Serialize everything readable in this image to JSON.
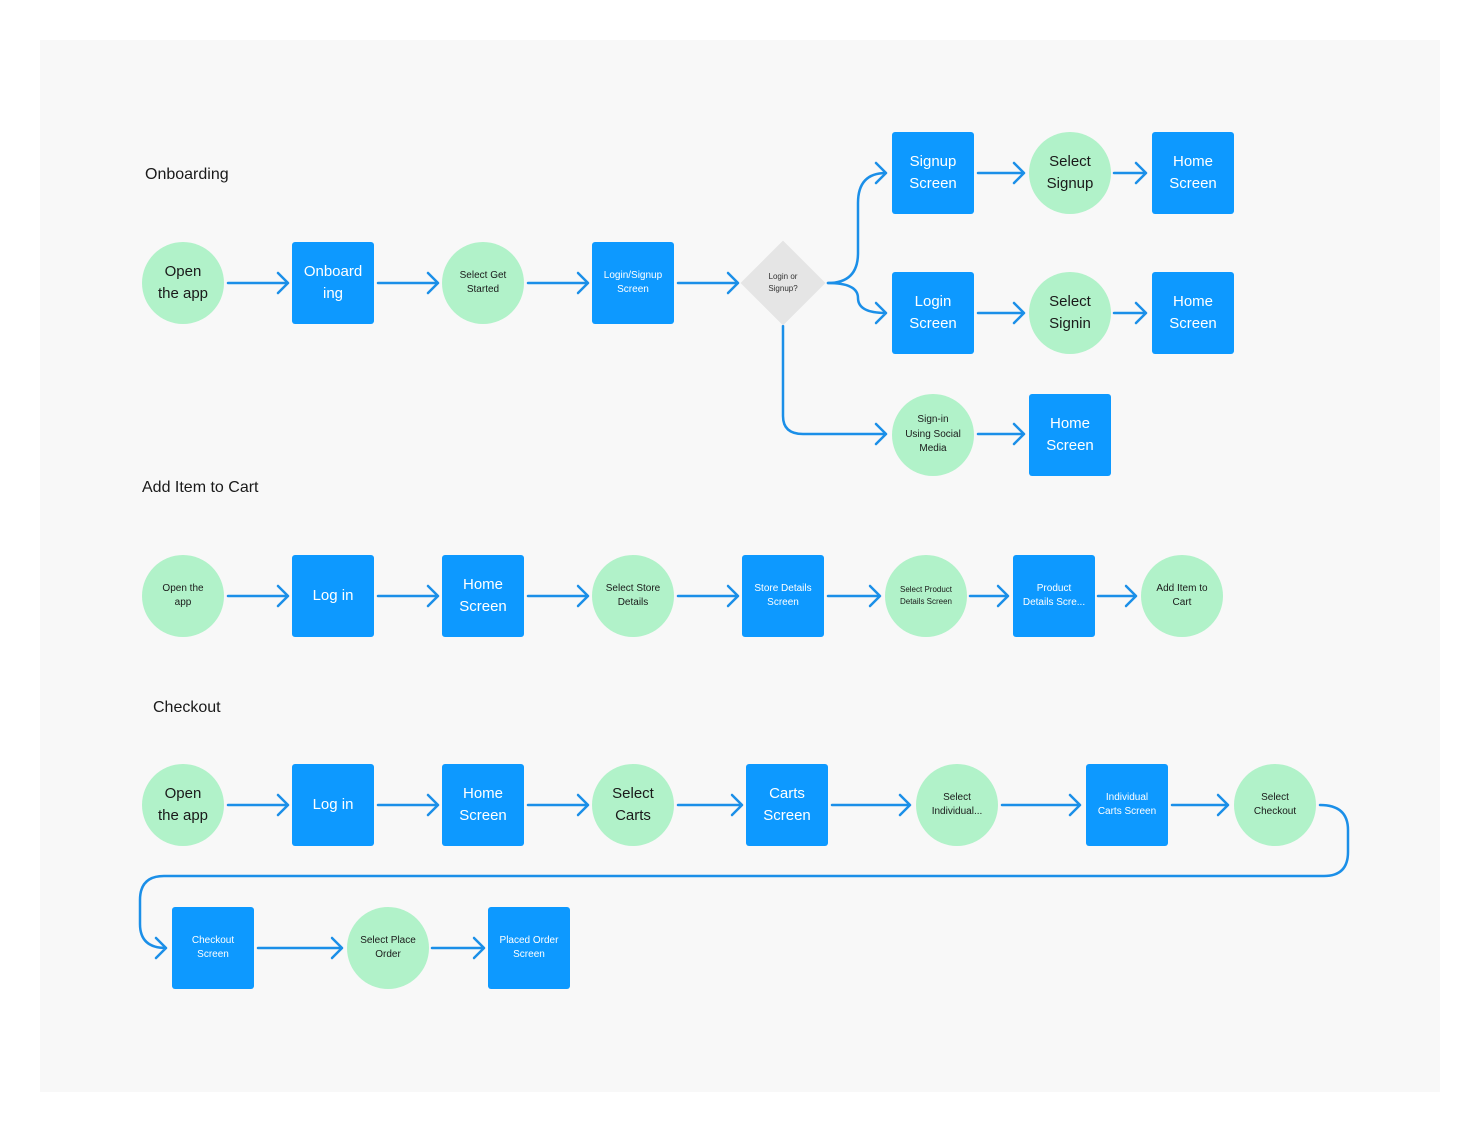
{
  "colors": {
    "canvas_bg": "#f8f8f8",
    "screen_node": "#0d99ff",
    "action_node": "#b1f2c9",
    "decision_node": "#e5e5e5",
    "arrow": "#1b8fe8"
  },
  "sections": {
    "onboarding": {
      "title": "Onboarding",
      "nodes": [
        {
          "id": "ob_open",
          "label": "Open\nthe app",
          "shape": "circle"
        },
        {
          "id": "ob_onboarding",
          "label": "Onboard\ning",
          "shape": "rect"
        },
        {
          "id": "ob_get_started",
          "label": "Select Get\nStarted",
          "shape": "circle"
        },
        {
          "id": "ob_login_signup",
          "label": "Login/Signup\nScreen",
          "shape": "rect"
        },
        {
          "id": "ob_decision",
          "label": "Login or\nSignup?",
          "shape": "diamond"
        },
        {
          "id": "ob_signup_screen",
          "label": "Signup\nScreen",
          "shape": "rect"
        },
        {
          "id": "ob_select_signup",
          "label": "Select\nSignup",
          "shape": "circle"
        },
        {
          "id": "ob_home_1",
          "label": "Home\nScreen",
          "shape": "rect"
        },
        {
          "id": "ob_login_screen",
          "label": "Login\nScreen",
          "shape": "rect"
        },
        {
          "id": "ob_select_signin",
          "label": "Select\nSignin",
          "shape": "circle"
        },
        {
          "id": "ob_home_2",
          "label": "Home\nScreen",
          "shape": "rect"
        },
        {
          "id": "ob_social",
          "label": "Sign-in\nUsing Social\nMedia",
          "shape": "circle"
        },
        {
          "id": "ob_home_3",
          "label": "Home\nScreen",
          "shape": "rect"
        }
      ]
    },
    "add_to_cart": {
      "title": "Add Item to Cart",
      "nodes": [
        {
          "id": "ac_open",
          "label": "Open the\napp",
          "shape": "circle"
        },
        {
          "id": "ac_login",
          "label": "Log in",
          "shape": "rect"
        },
        {
          "id": "ac_home",
          "label": "Home\nScreen",
          "shape": "rect"
        },
        {
          "id": "ac_select_store",
          "label": "Select Store\nDetails",
          "shape": "circle"
        },
        {
          "id": "ac_store_details",
          "label": "Store Details\nScreen",
          "shape": "rect"
        },
        {
          "id": "ac_select_product",
          "label": "Select Product\nDetails Screen",
          "shape": "circle"
        },
        {
          "id": "ac_product_details",
          "label": "Product\nDetails Scre...",
          "shape": "rect"
        },
        {
          "id": "ac_add_item",
          "label": "Add Item to\nCart",
          "shape": "circle"
        }
      ]
    },
    "checkout": {
      "title": "Checkout",
      "nodes": [
        {
          "id": "co_open",
          "label": "Open\nthe app",
          "shape": "circle"
        },
        {
          "id": "co_login",
          "label": "Log in",
          "shape": "rect"
        },
        {
          "id": "co_home",
          "label": "Home\nScreen",
          "shape": "rect"
        },
        {
          "id": "co_select_carts",
          "label": "Select\nCarts",
          "shape": "circle"
        },
        {
          "id": "co_carts_screen",
          "label": "Carts\nScreen",
          "shape": "rect"
        },
        {
          "id": "co_select_individual",
          "label": "Select\nIndividual...",
          "shape": "circle"
        },
        {
          "id": "co_individual_carts",
          "label": "Individual\nCarts Screen",
          "shape": "rect"
        },
        {
          "id": "co_select_checkout",
          "label": "Select\nCheckout",
          "shape": "circle"
        },
        {
          "id": "co_checkout_screen",
          "label": "Checkout\nScreen",
          "shape": "rect"
        },
        {
          "id": "co_select_place_order",
          "label": "Select Place\nOrder",
          "shape": "circle"
        },
        {
          "id": "co_placed_order",
          "label": "Placed Order\nScreen",
          "shape": "rect"
        }
      ]
    }
  },
  "edges": [
    [
      "ob_open",
      "ob_onboarding"
    ],
    [
      "ob_onboarding",
      "ob_get_started"
    ],
    [
      "ob_get_started",
      "ob_login_signup"
    ],
    [
      "ob_login_signup",
      "ob_decision"
    ],
    [
      "ob_decision",
      "ob_signup_screen"
    ],
    [
      "ob_decision",
      "ob_login_screen"
    ],
    [
      "ob_decision",
      "ob_social"
    ],
    [
      "ob_signup_screen",
      "ob_select_signup"
    ],
    [
      "ob_select_signup",
      "ob_home_1"
    ],
    [
      "ob_login_screen",
      "ob_select_signin"
    ],
    [
      "ob_select_signin",
      "ob_home_2"
    ],
    [
      "ob_social",
      "ob_home_3"
    ],
    [
      "ac_open",
      "ac_login"
    ],
    [
      "ac_login",
      "ac_home"
    ],
    [
      "ac_home",
      "ac_select_store"
    ],
    [
      "ac_select_store",
      "ac_store_details"
    ],
    [
      "ac_store_details",
      "ac_select_product"
    ],
    [
      "ac_select_product",
      "ac_product_details"
    ],
    [
      "ac_product_details",
      "ac_add_item"
    ],
    [
      "co_open",
      "co_login"
    ],
    [
      "co_login",
      "co_home"
    ],
    [
      "co_home",
      "co_select_carts"
    ],
    [
      "co_select_carts",
      "co_carts_screen"
    ],
    [
      "co_carts_screen",
      "co_select_individual"
    ],
    [
      "co_select_individual",
      "co_individual_carts"
    ],
    [
      "co_individual_carts",
      "co_select_checkout"
    ],
    [
      "co_select_checkout",
      "co_checkout_screen"
    ],
    [
      "co_checkout_screen",
      "co_select_place_order"
    ],
    [
      "co_select_place_order",
      "co_placed_order"
    ]
  ]
}
